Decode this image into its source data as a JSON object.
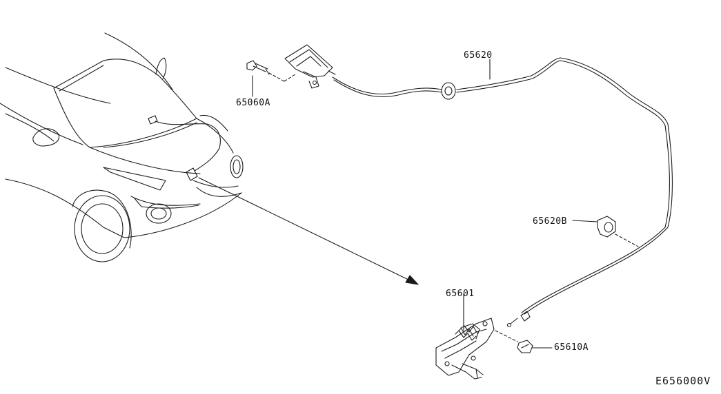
{
  "labels": {
    "bolt_upper": "65060A",
    "hood_release_cable": "65620",
    "cable_clip": "65620B",
    "hood_lock": "65601",
    "bolt_lock": "65610A"
  },
  "diagram_code": "E656000V",
  "colors": {
    "line": "#1a1a1a",
    "background": "#ffffff"
  }
}
